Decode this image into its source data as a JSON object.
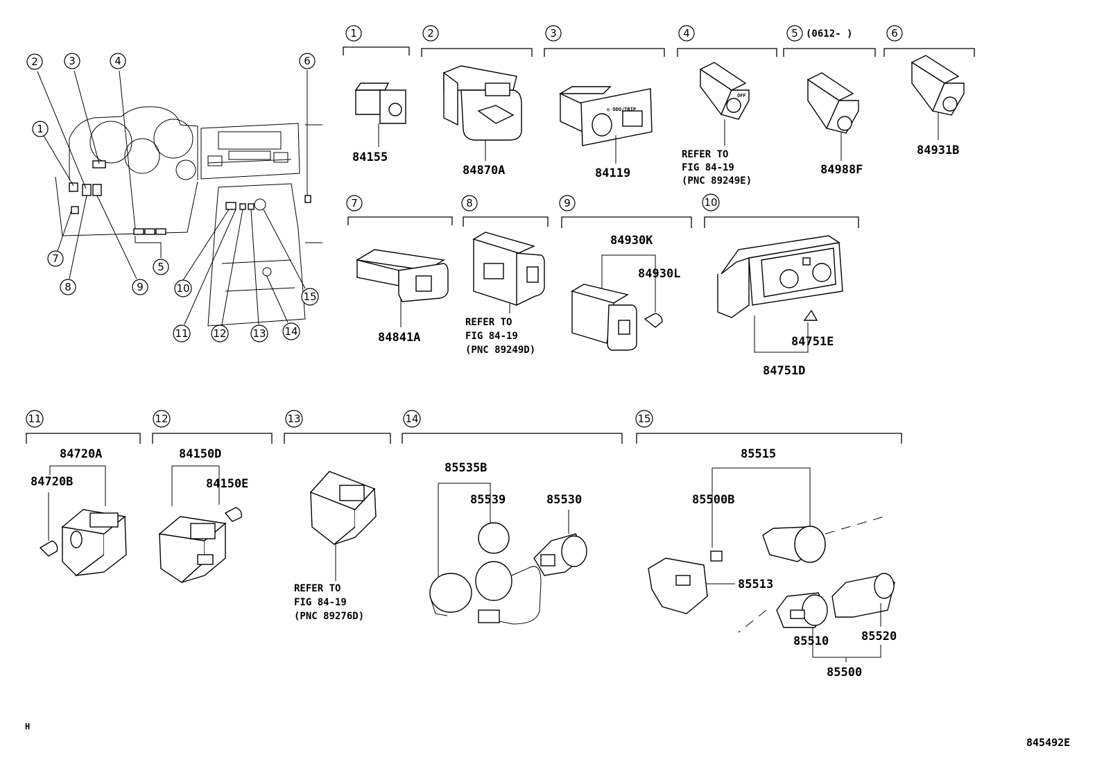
{
  "sections": [
    {
      "num": "1",
      "parts": [
        "84155"
      ]
    },
    {
      "num": "2",
      "parts": [
        "84870A"
      ]
    },
    {
      "num": "3",
      "parts": [
        "84119"
      ]
    },
    {
      "num": "4",
      "parts": [],
      "note": [
        "REFER TO",
        "FIG 84-19",
        "(PNC 89249E)"
      ]
    },
    {
      "num": "5",
      "date": "(0612-      )",
      "parts": [
        "84988F"
      ]
    },
    {
      "num": "6",
      "parts": [
        "84931B"
      ]
    },
    {
      "num": "7",
      "parts": [
        "84841A"
      ]
    },
    {
      "num": "8",
      "parts": [],
      "note": [
        "REFER TO",
        "FIG 84-19",
        "(PNC 89249D)"
      ]
    },
    {
      "num": "9",
      "parts": [
        "84930K",
        "84930L"
      ]
    },
    {
      "num": "10",
      "parts": [
        "84751E",
        "84751D"
      ]
    },
    {
      "num": "11",
      "parts": [
        "84720A",
        "84720B"
      ]
    },
    {
      "num": "12",
      "parts": [
        "84150D",
        "84150E"
      ]
    },
    {
      "num": "13",
      "parts": [],
      "note": [
        "REFER TO",
        "FIG 84-19",
        "(PNC 89276D)"
      ]
    },
    {
      "num": "14",
      "parts": [
        "85535B",
        "85539",
        "85530"
      ]
    },
    {
      "num": "15",
      "parts": [
        "85515",
        "85500B",
        "85513",
        "85510",
        "85520",
        "85500"
      ]
    }
  ],
  "overview_callouts": [
    "1",
    "2",
    "3",
    "4",
    "5",
    "6",
    "7",
    "8",
    "9",
    "10",
    "11",
    "12",
    "13",
    "14",
    "15"
  ],
  "corner_mark": "H",
  "figure_code": "845492E"
}
